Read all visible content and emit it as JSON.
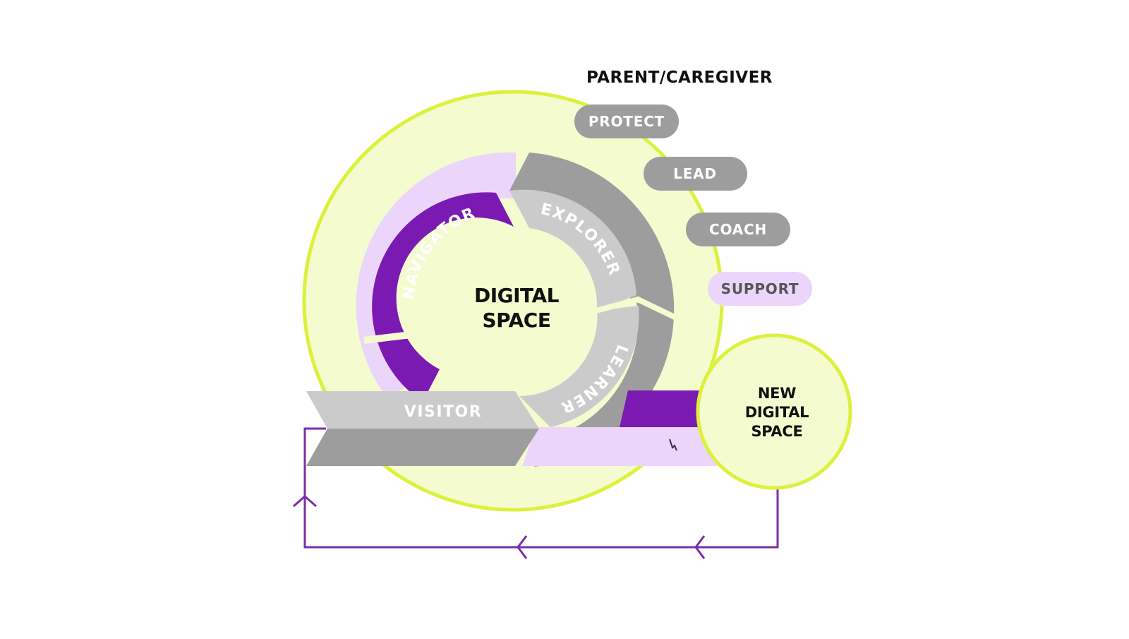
{
  "colors": {
    "lime_stroke": "#dcf03c",
    "lime_fill": "#f4fbce",
    "lavender": "#ebd5fb",
    "purple": "#7a1ab2",
    "gray_dark": "#9d9d9d",
    "gray_light": "#cbcbcb",
    "arrow_line": "#7b2ea8",
    "text_dark": "#111111",
    "text_gray": "#555555",
    "white": "#ffffff"
  },
  "heading": "PARENT/CAREGIVER",
  "roles": [
    {
      "label": "PROTECT",
      "style": "gray"
    },
    {
      "label": "LEAD",
      "style": "gray"
    },
    {
      "label": "COACH",
      "style": "gray"
    },
    {
      "label": "SUPPORT",
      "style": "lavender"
    }
  ],
  "stages": {
    "navigator": "NAVIGATOR",
    "explorer": "EXPLORER",
    "learner": "LEARNER",
    "visitor": "VISITOR"
  },
  "center": {
    "line1": "DIGITAL",
    "line2": "SPACE"
  },
  "new_space": {
    "line1": "NEW",
    "line2": "DIGITAL",
    "line3": "SPACE"
  },
  "icons": {
    "flow_arrows": "chevron-arrow-icon",
    "cursor": "cursor-icon"
  }
}
